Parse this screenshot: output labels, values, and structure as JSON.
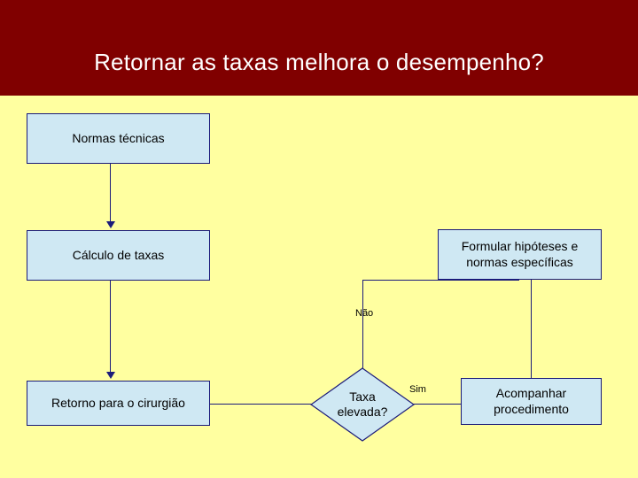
{
  "slide": {
    "title": "Retornar as taxas melhora o desempenho?",
    "background_color": "#ffffa0",
    "header_color": "#800000",
    "title_color": "#ffffff"
  },
  "diagram": {
    "node_fill": "#cfe8f3",
    "node_border": "#1b1b7a",
    "nodes": [
      {
        "id": "normas",
        "label": "Normas técnicas",
        "shape": "rectangle"
      },
      {
        "id": "calculo",
        "label": "Cálculo de taxas",
        "shape": "rectangle"
      },
      {
        "id": "retorno",
        "label": "Retorno para o cirurgião",
        "shape": "rectangle"
      },
      {
        "id": "taxa",
        "label": "Taxa\nelevada?",
        "shape": "diamond"
      },
      {
        "id": "acompanhar",
        "label": "Acompanhar procedimento",
        "shape": "rectangle"
      },
      {
        "id": "formular",
        "label": "Formular hipóteses e normas específicas",
        "shape": "rectangle"
      }
    ],
    "edge_labels": {
      "nao": "Não",
      "sim": "Sim"
    }
  }
}
